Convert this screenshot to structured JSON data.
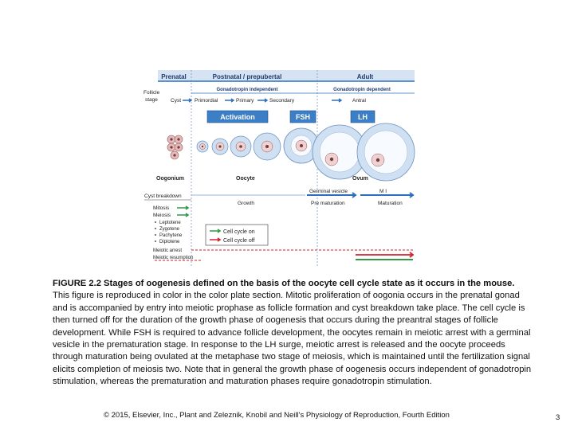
{
  "figure": {
    "periods": [
      "Prenatal",
      "Postnatal / prepubertal",
      "Adult"
    ],
    "subheads": [
      "Gonadotropin independent",
      "Gonadotropin dependent"
    ],
    "follicle_label": [
      "Follicle",
      "stage"
    ],
    "stages": [
      "Cyst",
      "Primordial",
      "Primary",
      "Secondary",
      "Antral"
    ],
    "signals": [
      "Activation",
      "FSH",
      "LH"
    ],
    "cell_labels": [
      "Oogonium",
      "Oocyte",
      "Ovum"
    ],
    "cyst_breakdown": "Cyst breakdown",
    "phases": [
      "Growth",
      "Germinal vesicle",
      "Pre maturation",
      "M I",
      "Maturation"
    ],
    "cycle_labels": [
      "Mitosis",
      "Meiosis"
    ],
    "prophase": [
      "Leptotene",
      "Zygotene",
      "Pachytene",
      "Diplotene"
    ],
    "legend": [
      "Cell cycle on",
      "Cell cycle off"
    ],
    "meiotic": [
      "Meiotic arrest",
      "Meiotic resumption"
    ],
    "colors": {
      "blue": "#2a6fbd",
      "green": "#2e9a4a",
      "red": "#d2232a",
      "header": "#d6e3f3"
    }
  },
  "caption": {
    "bold": "FIGURE 2.2 Stages of oogenesis defined on the basis of the oocyte cell cycle state as it occurs in the mouse.",
    "text": " This figure is reproduced in color in the color plate section. Mitotic proliferation of oogonia occurs in the prenatal gonad and is accompanied by entry into meiotic prophase as follicle formation and cyst breakdown take place. The cell cycle is then turned off for the duration of the growth phase of oogenesis that occurs during the preantral stages of follicle development. While FSH is required to advance follicle development, the oocytes remain in meiotic arrest with a germinal vesicle in the prematuration stage. In response to the LH surge, meiotic arrest is released and the oocyte proceeds through maturation being ovulated at the metaphase two stage of meiosis, which is maintained until the fertilization signal elicits completion of meiosis two. Note that in general the growth phase of oogenesis occurs independent of gonadotropin stimulation, whereas the prematuration and maturation phases require gonadotropin stimulation."
  },
  "footer": "© 2015, Elsevier, Inc., Plant and Zeleznik, Knobil and Neill's Physiology of Reproduction, Fourth Edition",
  "page_number": "3"
}
